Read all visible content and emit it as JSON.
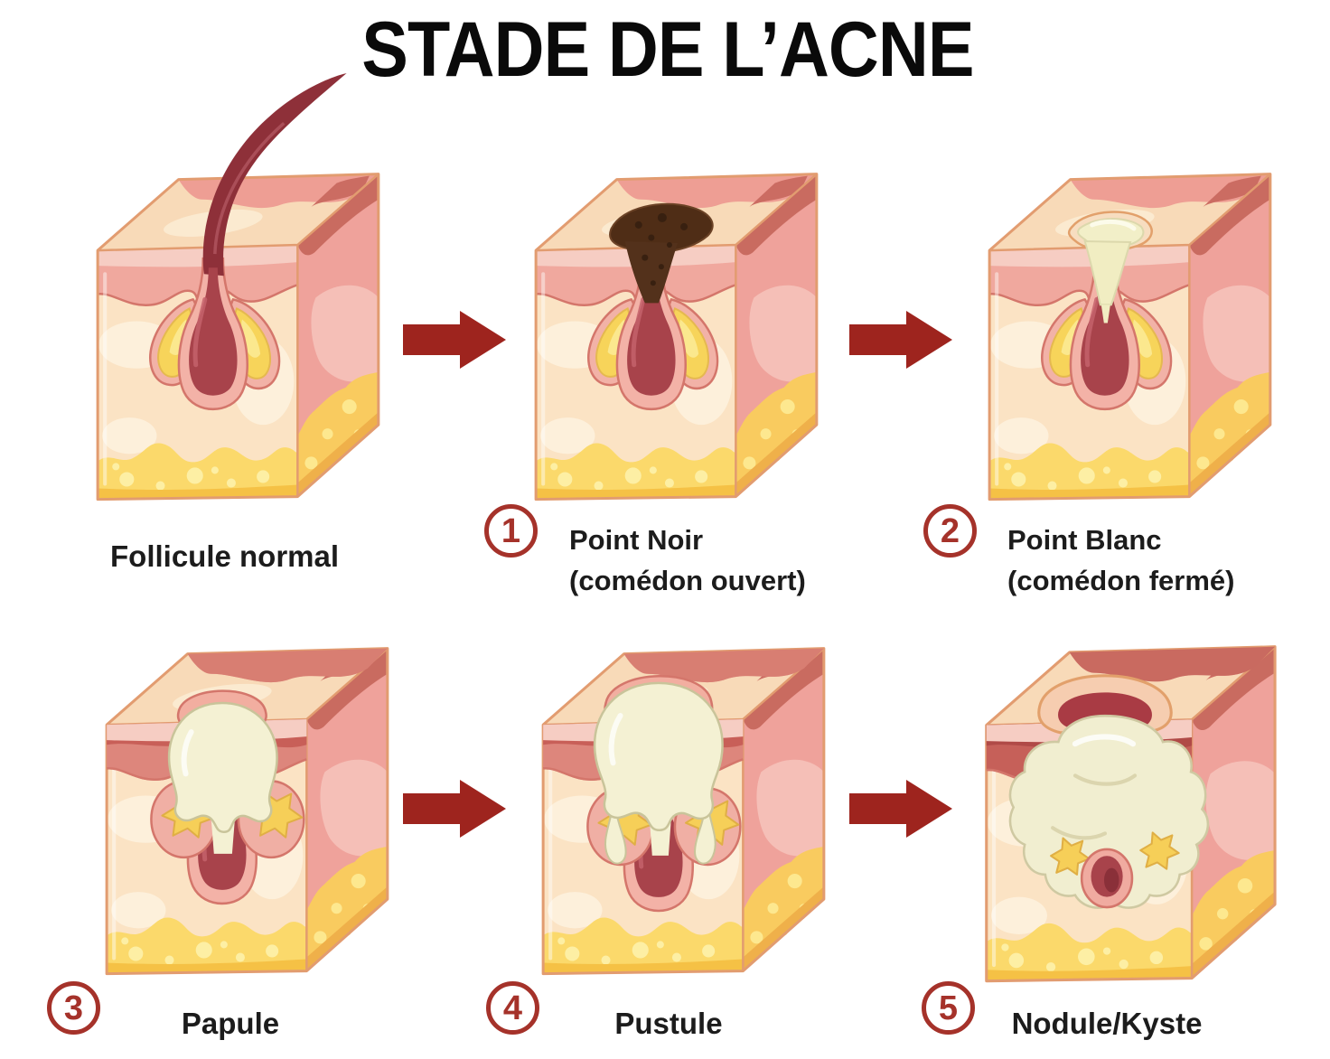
{
  "title": "STADE DE L’ACNE",
  "stages": [
    {
      "number": "",
      "label": "Follicule normal",
      "sublabel": "",
      "illustration": "normal-follicle-skin-cube"
    },
    {
      "number": "1",
      "label": "Point Noir",
      "sublabel": "(comédon ouvert)",
      "illustration": "blackhead-skin-cube"
    },
    {
      "number": "2",
      "label": "Point Blanc",
      "sublabel": "(comédon fermé)",
      "illustration": "whitehead-skin-cube"
    },
    {
      "number": "3",
      "label": "Papule",
      "sublabel": "",
      "illustration": "papule-skin-cube"
    },
    {
      "number": "4",
      "label": "Pustule",
      "sublabel": "",
      "illustration": "pustule-skin-cube"
    },
    {
      "number": "5",
      "label": "Nodule/Kyste",
      "sublabel": "",
      "illustration": "nodule-cyst-skin-cube"
    }
  ],
  "colors": {
    "arrow": "#9E241E",
    "stage_number": "#A5322A",
    "title_text": "#0A0A0A",
    "skin_cream": "#FBE3C4",
    "epidermis_salmon": "#F0A89E",
    "fat_yellow": "#FBD96B",
    "follicle_maroon": "#A8434B",
    "pus_cream": "#F4F1D3",
    "blackhead_brown": "#4F2D16"
  }
}
